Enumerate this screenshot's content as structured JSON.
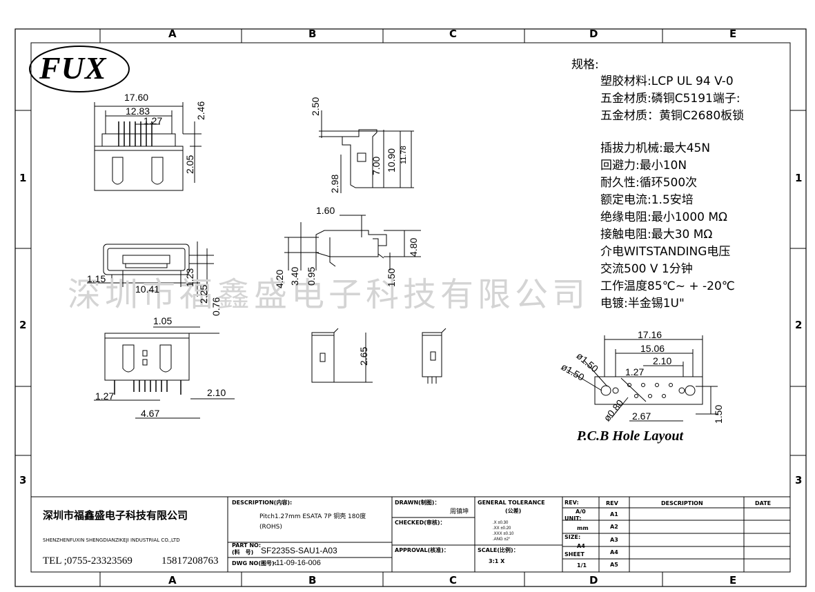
{
  "zones": {
    "columns": [
      "A",
      "B",
      "C",
      "D",
      "E"
    ],
    "rows": [
      "1",
      "2",
      "3"
    ]
  },
  "logo": "FUX",
  "watermark": "深圳市福鑫盛电子科技有限公司",
  "spec": {
    "title": "规格:",
    "lines": [
      "塑胶材料:LCP UL 94 V-0",
      "五金材质:磷铜C5191端子:",
      "五金材质：黄铜C2680板锁",
      "插拔力机械:最大45N",
      "回避力:最小10N",
      "耐久性:循环500次",
      "额定电流:1.5安培",
      "绝缘电阻:最小1000 MΩ",
      "接触电阻:最大30 MΩ",
      "介电WITSTANDING电压",
      "交流500 V 1分钟",
      "工作温度85℃~ + -20℃",
      "电镀:半金锡1U\""
    ]
  },
  "dims": {
    "top_view": [
      "17.60",
      "12.83",
      "1.27",
      "2.46",
      "2.05"
    ],
    "side_view": [
      "2.50",
      "2.98",
      "7.00",
      "10.90",
      "11.78"
    ],
    "mid_view": [
      "1.60",
      "4.20",
      "3.40",
      "0.95",
      "1.50",
      "4.80"
    ],
    "front_view": [
      "1.15",
      "10.41",
      "1.23",
      "2.25",
      "0.76"
    ],
    "bottom_view": [
      "1.05",
      "1.27",
      "4.67",
      "2.10"
    ],
    "lower_side": [
      "2.65"
    ],
    "pcb": [
      "17.16",
      "15.06",
      "2.10",
      "1.27",
      "ø1.50",
      "ø1.50",
      "ø0.80",
      "2.67",
      "1.50"
    ]
  },
  "pcb_title": "P.C.B Hole Layout",
  "title_block": {
    "company_cn": "深圳市福鑫盛电子科技有限公司",
    "company_en": "SHENZHENFUXIN SHENGDIANZIKEJI INDUSTRIAL CO.,LTD",
    "tel_label": "TEL ;0755-23323569",
    "tel_mobile": "15817208763",
    "description_label": "DESCRIPTION(内容):",
    "description_text": "Pitch1.27mm ESATA 7P 铜壳 180度",
    "description_sub": "(ROHS)",
    "part_no_label": "PART NO:",
    "part_no_sub": "(料　号)",
    "part_no": "SF2235S-SAU1-A03",
    "dwg_label": "DWG NO(图号):",
    "dwg_no": "-11-09-16-006",
    "drawn_label": "DRAWN(制图)：",
    "drawn_by": "周镇坤",
    "checked_label": "CHECKED(审核)：",
    "approval_label": "APPROVAL(核准)：",
    "tolerance_label": "GENERAL TOLERANCE",
    "tolerance_cn": "(公差)",
    "tolerance_rows": [
      ".X    ±0.30",
      ".XX   ±0.20",
      ".XXX  ±0.10",
      ".ANG  ±2°"
    ],
    "scale_label": "SCALE(比例)：",
    "scale_value": "3:1 X",
    "rev_label": "REV:",
    "rev_value": "A/0",
    "unit_label": "UNIT:",
    "unit_value": "mm",
    "size_label": "SIZE:",
    "size_value": "A4",
    "sheet_label": "SHEET",
    "sheet_value": "1/1",
    "rev_col": "REV",
    "desc_col": "DESCRIPTION",
    "date_col": "DATE",
    "rev_rows": [
      "A1",
      "A2",
      "A3",
      "A4",
      "A5"
    ]
  }
}
